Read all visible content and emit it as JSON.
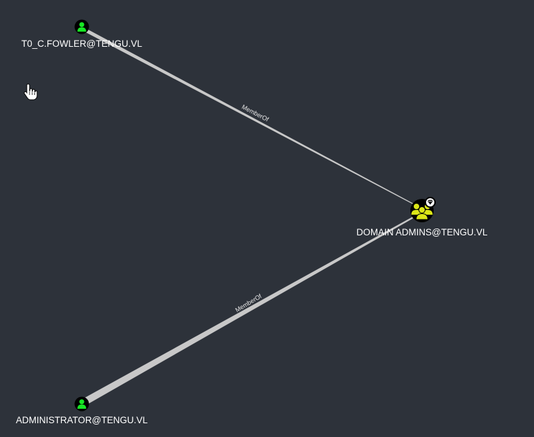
{
  "graph": {
    "nodes": [
      {
        "id": "fowler",
        "label": "T0_C.FOWLER@TENGU.VL",
        "kind": "user",
        "icon": "user-icon"
      },
      {
        "id": "domain_admins",
        "label": "DOMAIN ADMINS@TENGU.VL",
        "kind": "group",
        "icon": "group-icon",
        "badge_icon": "high-value-gem-icon"
      },
      {
        "id": "administrator",
        "label": "ADMINISTRATOR@TENGU.VL",
        "kind": "user",
        "icon": "user-icon"
      }
    ],
    "edges": [
      {
        "from": "fowler",
        "to": "domain_admins",
        "label": "MemberOf"
      },
      {
        "from": "administrator",
        "to": "domain_admins",
        "label": "MemberOf"
      }
    ]
  },
  "cursor": {
    "icon": "hand-pointer-icon"
  },
  "colors": {
    "background": "#2d323a",
    "user_node": "#17e625",
    "group_node": "#dbe617",
    "node_ring": "#000000",
    "edge": "#c8c8c8",
    "label_text": "#ffffff"
  }
}
